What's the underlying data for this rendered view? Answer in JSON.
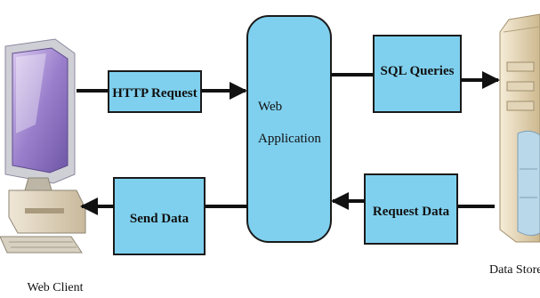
{
  "colors": {
    "box_fill": "#7fd0ee",
    "box_stroke": "#1a1a1a",
    "arrow": "#111111",
    "background": "#ffffff"
  },
  "nodes": {
    "web_client": {
      "label": "Web Client",
      "icon": "desktop-computer-icon"
    },
    "http_request": {
      "label": "HTTP Request"
    },
    "web_application": {
      "label_line1": "Web",
      "label_line2": "Application"
    },
    "sql_queries": {
      "label": "SQL Queries"
    },
    "data_store": {
      "label": "Data Store",
      "icon": "server-tower-icon"
    },
    "request_data": {
      "label": "Request Data"
    },
    "send_data": {
      "label": "Send Data"
    }
  },
  "edges": [
    {
      "from": "web_client",
      "to": "web_application",
      "via": "http_request"
    },
    {
      "from": "web_application",
      "to": "data_store",
      "via": "sql_queries"
    },
    {
      "from": "data_store",
      "to": "web_application",
      "via": "request_data"
    },
    {
      "from": "web_application",
      "to": "web_client",
      "via": "send_data"
    }
  ]
}
